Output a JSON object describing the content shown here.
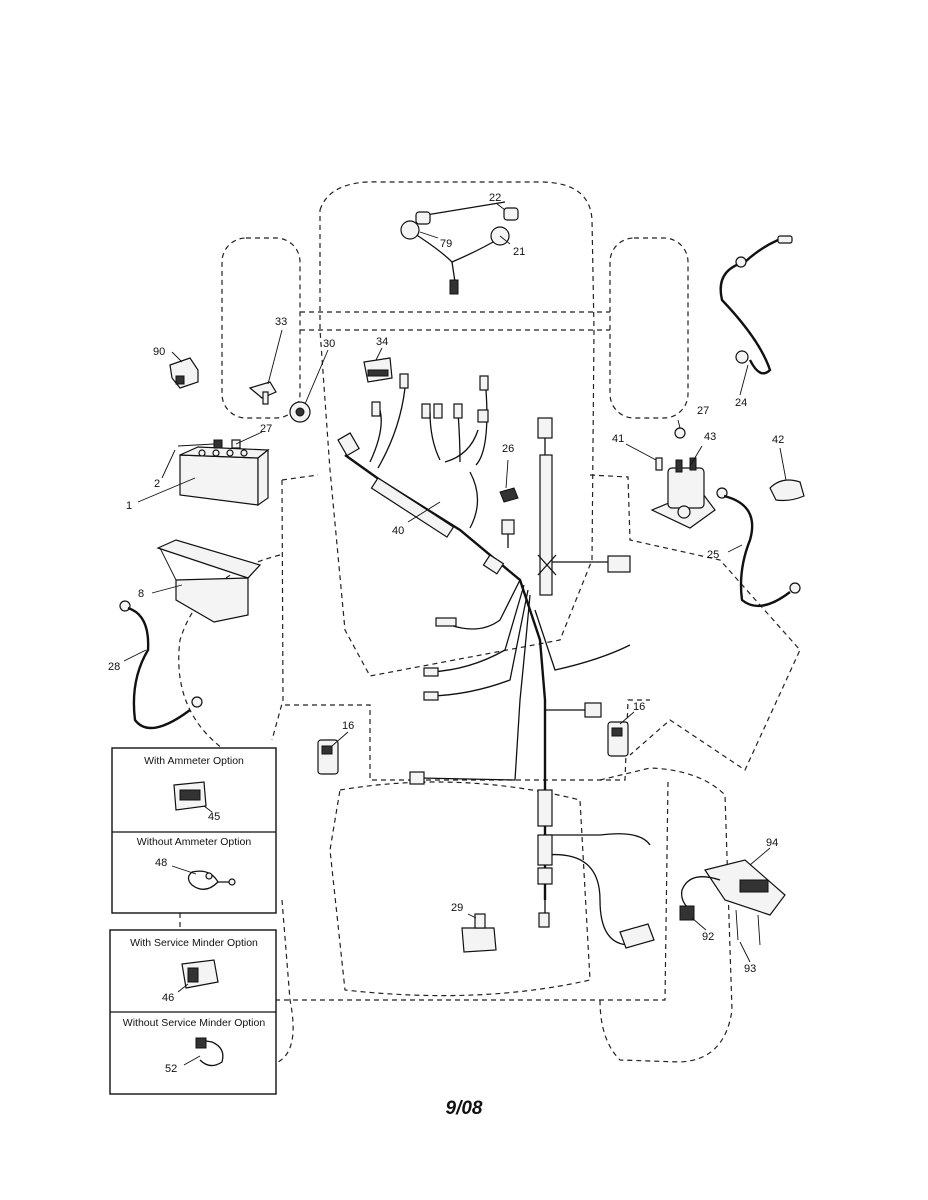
{
  "callouts": {
    "c1": "1",
    "c2": "2",
    "c8": "8",
    "c16a": "16",
    "c16b": "16",
    "c21": "21",
    "c22": "22",
    "c24": "24",
    "c25": "25",
    "c26": "26",
    "c27a": "27",
    "c27b": "27",
    "c28": "28",
    "c29": "29",
    "c30": "30",
    "c33": "33",
    "c34": "34",
    "c40": "40",
    "c41": "41",
    "c42": "42",
    "c43": "43",
    "c45": "45",
    "c46": "46",
    "c48": "48",
    "c52": "52",
    "c79": "79",
    "c90": "90",
    "c92": "92",
    "c93": "93",
    "c94": "94"
  },
  "option_boxes": {
    "with_ammeter": "With Ammeter Option",
    "without_ammeter": "Without Ammeter Option",
    "with_service_minder": "With Service Minder Option",
    "without_service_minder": "Without Service Minder Option"
  },
  "footer": {
    "date_code": "9/08"
  }
}
